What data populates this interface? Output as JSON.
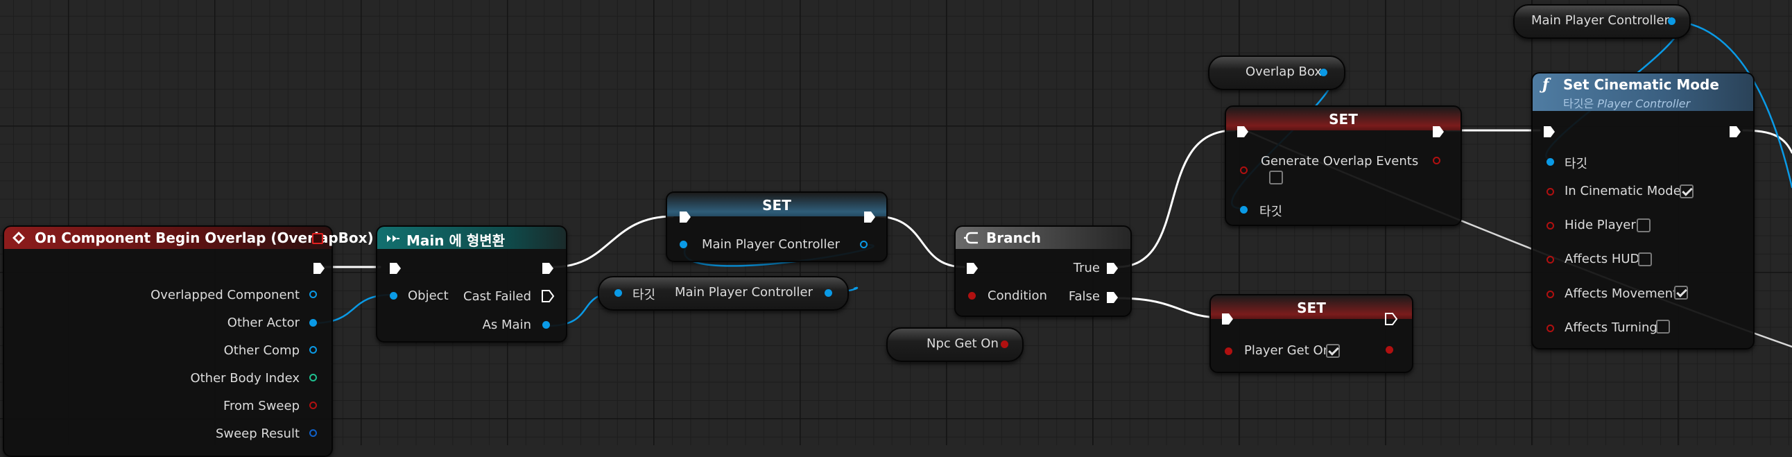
{
  "nodes": {
    "overlap_event": {
      "title": "On Component Begin Overlap (OverlapBox)",
      "outputs": [
        "Overlapped Component",
        "Other Actor",
        "Other Comp",
        "Other Body Index",
        "From Sweep",
        "Sweep Result"
      ]
    },
    "cast": {
      "title": "Main 에 형변환",
      "object_label": "Object",
      "cast_failed_label": "Cast Failed",
      "as_main_label": "As Main"
    },
    "set_controller": {
      "title": "SET",
      "pin_label": "Main Player Controller"
    },
    "get_target_controller": {
      "target_label": "타깃",
      "output_label": "Main Player Controller"
    },
    "branch": {
      "title": "Branch",
      "condition_label": "Condition",
      "true_label": "True",
      "false_label": "False"
    },
    "npc_get_on": {
      "label": "Npc Get On"
    },
    "overlap_box": {
      "label": "Overlap Box"
    },
    "set_overlap": {
      "title": "SET",
      "pin_label": "Generate Overlap Events",
      "target_label": "타깃"
    },
    "set_player_get_on": {
      "title": "SET",
      "pin_label": "Player Get On",
      "checked": true
    },
    "main_player_controller": {
      "label": "Main Player Controller"
    },
    "set_cinematic": {
      "title": "Set Cinematic Mode",
      "subtitle_prefix": "타깃은",
      "subtitle_class": "Player Controller",
      "target_label": "타깃",
      "options": [
        {
          "label": "In Cinematic Mode",
          "checked": true
        },
        {
          "label": "Hide Player",
          "checked": false
        },
        {
          "label": "Affects HUD",
          "checked": false
        },
        {
          "label": "Affects Movement",
          "checked": true
        },
        {
          "label": "Affects Turning",
          "checked": false
        }
      ]
    }
  },
  "colors": {
    "event_header": "#8e1c1c",
    "cast_header": "#12706f",
    "set_header": "#2f5d79",
    "branch_header": "#6a6a6a",
    "set_red_header": "#7a1c1c",
    "function_header": "#4f7ca2",
    "object_pin": "#0a9ae6",
    "bool_pin": "#b01010",
    "struct_pin": "#1060c8",
    "int_pin": "#20c090",
    "exec_pin": "#ffffff"
  }
}
